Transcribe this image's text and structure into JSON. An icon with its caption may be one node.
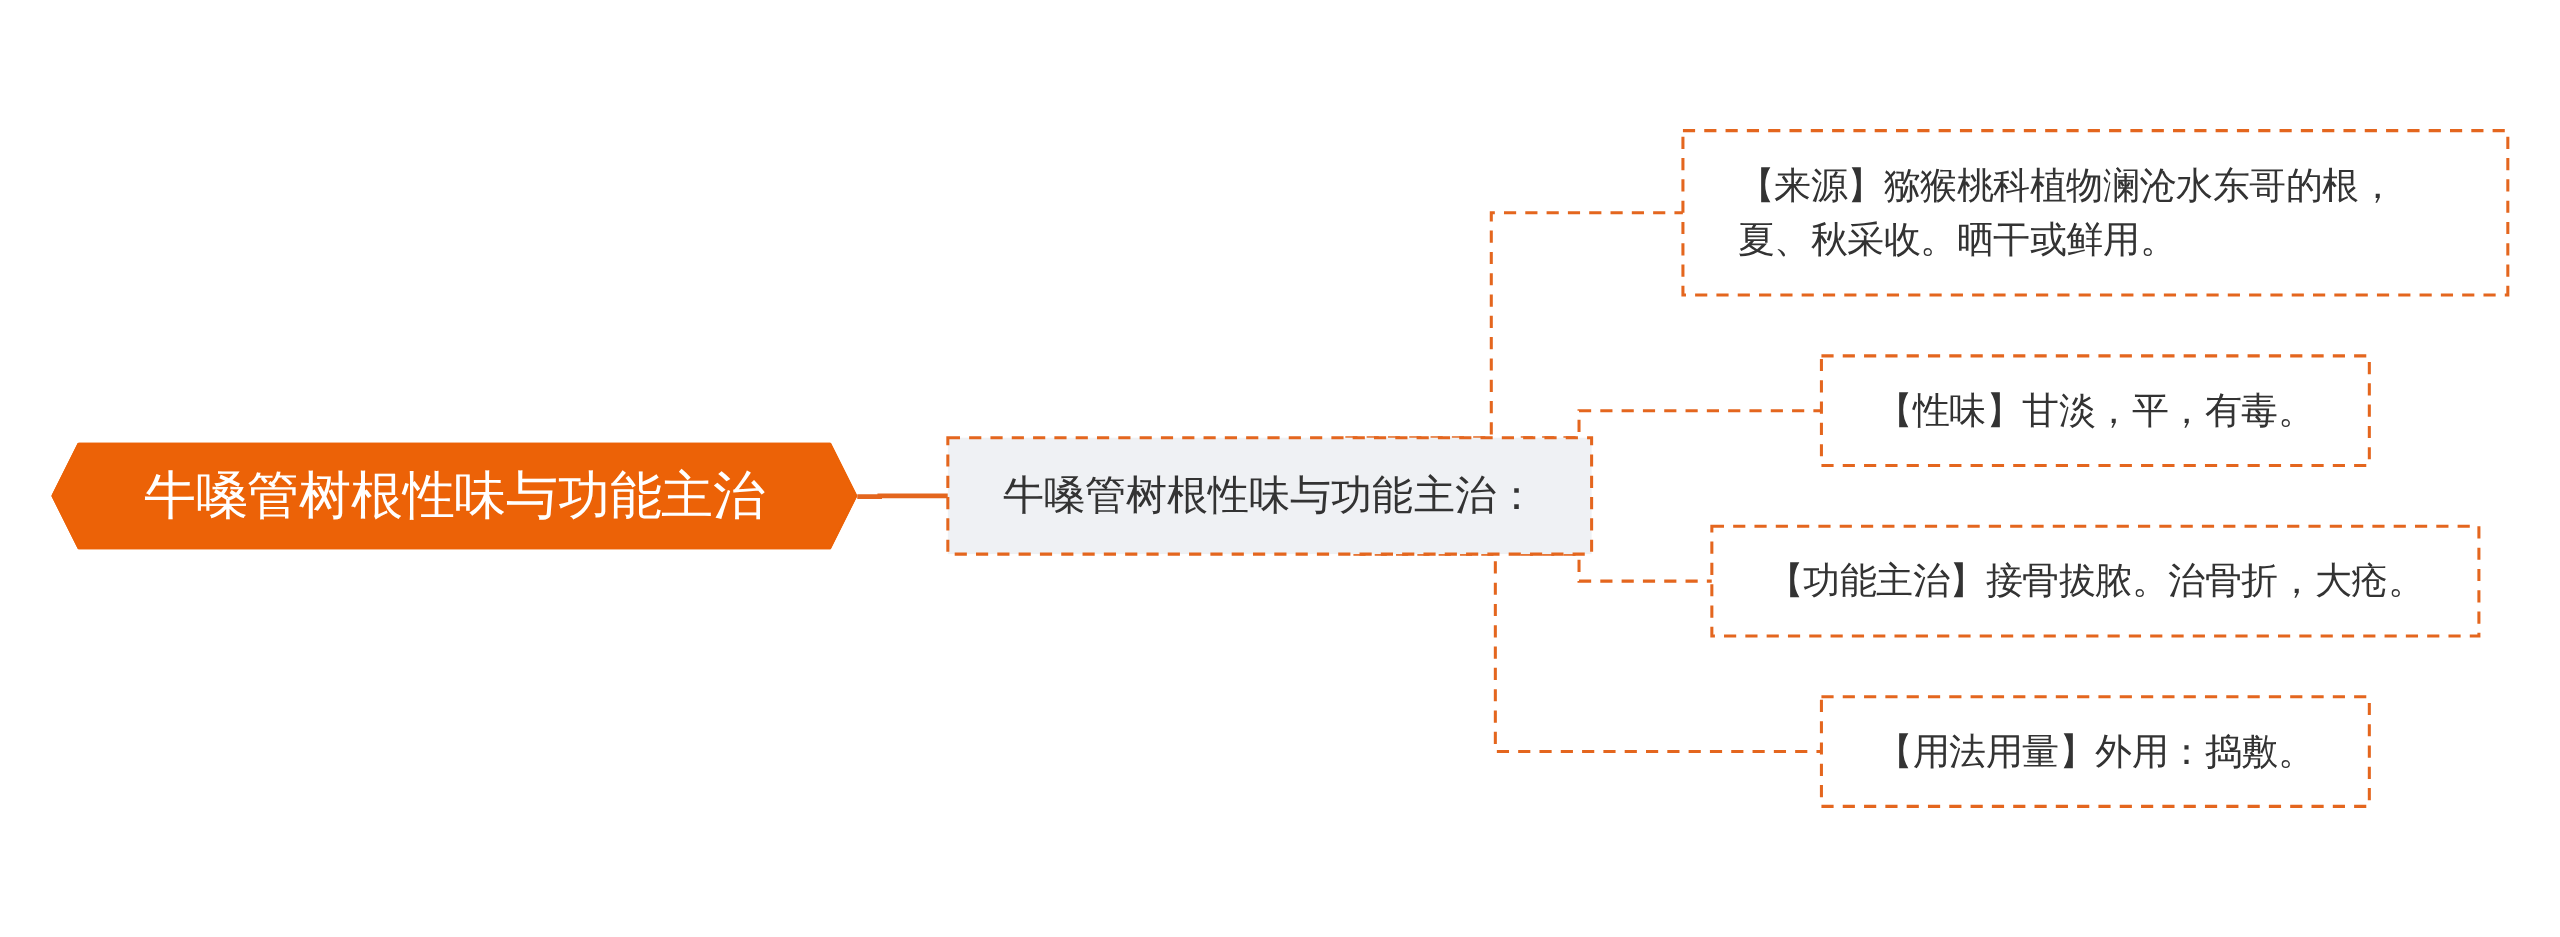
{
  "diagram": {
    "nodes": [
      {
        "text": [
          "牛嗓管树根性味与功能主治"
        ]
      },
      {
        "text": [
          "牛嗓管树根性味与功能主治："
        ]
      },
      {
        "text": [
          "【来源】猕猴桃科植物澜沧水东哥的根，夏、秋采收。晒干或鲜用。"
        ]
      },
      {
        "text": [
          "【性味】甘淡，平，有毒。"
        ]
      },
      {
        "text": [
          "【功能主治】接骨拔脓。治骨折，大疮。"
        ]
      },
      {
        "text": [
          "【用法用量】外用：捣敷。"
        ]
      }
    ],
    "edges": [
      {
        "from": 0,
        "to": 1,
        "arrow": "none"
      },
      {
        "from": 1,
        "to": 2,
        "arrow": "none",
        "style": "dashed"
      },
      {
        "from": 1,
        "to": 3,
        "arrow": "none",
        "style": "dashed"
      },
      {
        "from": 1,
        "to": 4,
        "arrow": "none",
        "style": "dashed"
      },
      {
        "from": 1,
        "to": 5,
        "arrow": "none",
        "style": "dashed"
      }
    ]
  }
}
